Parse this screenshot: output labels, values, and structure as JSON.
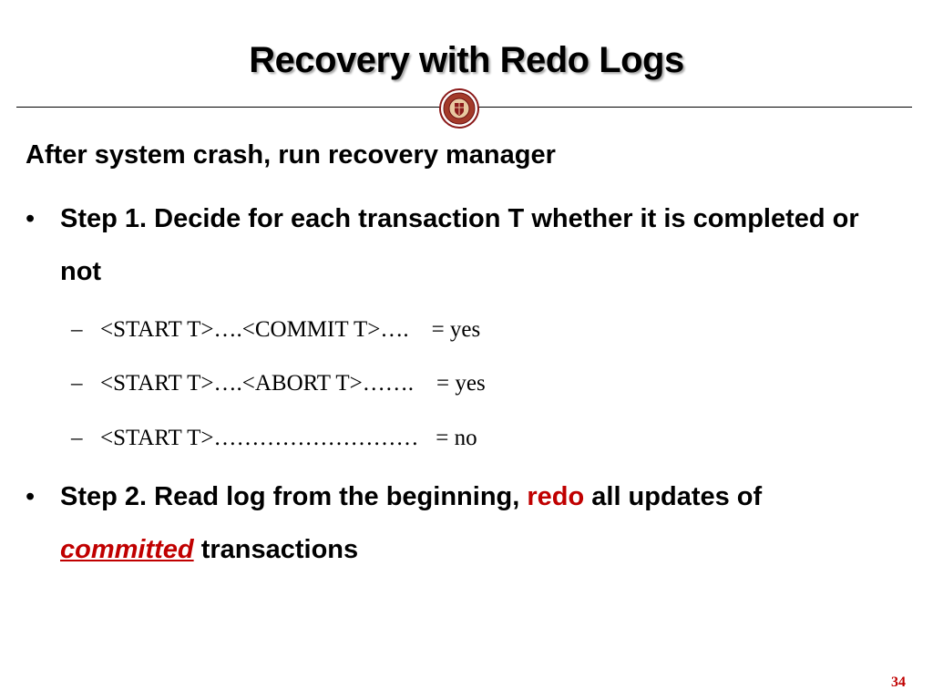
{
  "slide": {
    "title": "Recovery with Redo Logs",
    "heading": "After system crash, run recovery manager",
    "bullet1": {
      "marker": "•",
      "text": "Step 1. Decide for each transaction T whether it is completed or not"
    },
    "sub_marker": "–",
    "sub_items": [
      "<START T>….<COMMIT T>….    = yes",
      "<START T>….<ABORT T>…….    = yes",
      "<START T>………………………   = no"
    ],
    "bullet2": {
      "marker": "•",
      "pre": "Step 2. Read log from the beginning, ",
      "highlight": "redo",
      "mid": " all updates of ",
      "emphasis": "committed",
      "post": " transactions"
    },
    "page_number": "34"
  },
  "colors": {
    "accent": "#c00000",
    "seal": "#8b1a1a"
  }
}
